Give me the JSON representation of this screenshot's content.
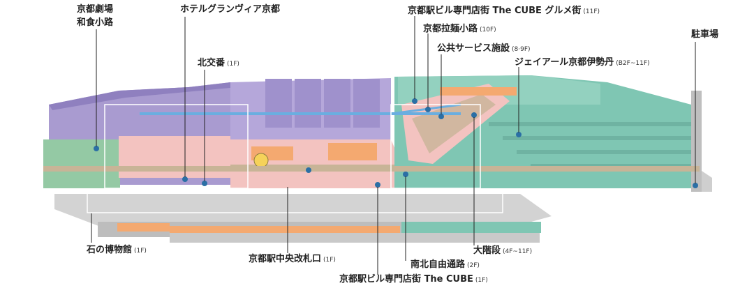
{
  "labels": {
    "theater_line1": "京都劇場",
    "theater_line2": "和食小路",
    "hotel": "ホテルグランヴィア京都",
    "koban_name": "北交番",
    "koban_floor": "(1F)",
    "cube_gourmet_name": "京都駅ビル専門店街 The CUBE グルメ街",
    "cube_gourmet_floor": "(11F)",
    "ramen_name": "京都拉麺小路",
    "ramen_floor": "(10F)",
    "public_name": "公共サービス施設",
    "public_floor": "(8·9F)",
    "isetan_name": "ジェイアール京都伊勢丹",
    "isetan_floor": "(B2F~11F)",
    "parking": "駐車場",
    "stone_name": "石の博物館",
    "stone_floor": "(1F)",
    "gate_name": "京都駅中央改札口",
    "gate_floor": "(1F)",
    "stairs_name": "大階段",
    "stairs_floor": "(4F~11F)",
    "passage_name": "南北自由通路",
    "passage_floor": "(2F)",
    "cube_name": "京都駅ビル専門店街 The CUBE",
    "cube_floor": "(1F)"
  },
  "colors": {
    "purple": "#a99bd0",
    "teal": "#7fc6b3",
    "pink": "#f3c3c0",
    "orange": "#f4a970",
    "tan": "#c8b497",
    "gray": "#cfcfcf",
    "green": "#94c9a4",
    "blue_line": "#6aaee0",
    "dot": "#2b6fa5",
    "leader": "#222222"
  }
}
